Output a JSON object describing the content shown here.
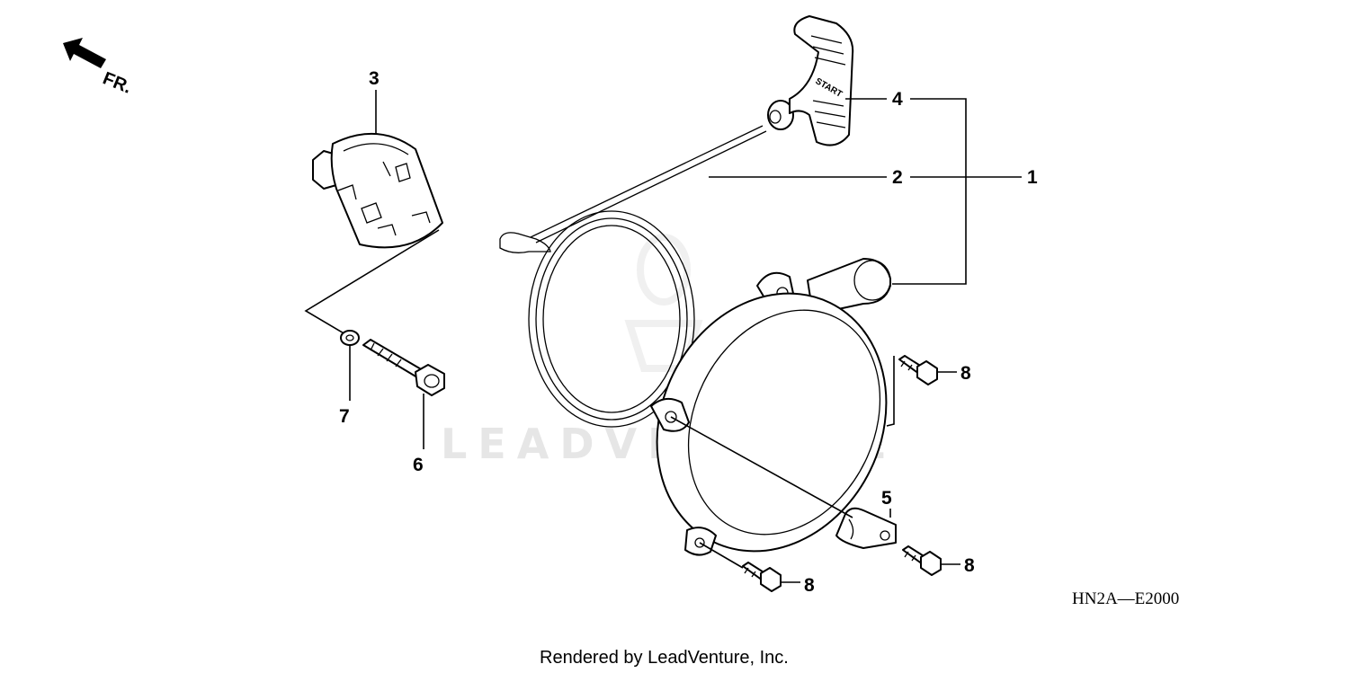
{
  "direction": {
    "label": "FR.",
    "icon": "front-arrow-icon"
  },
  "callouts": {
    "c1": "1",
    "c2": "2",
    "c3": "3",
    "c4": "4",
    "c5": "5",
    "c6": "6",
    "c7": "7",
    "c8a": "8",
    "c8b": "8",
    "c8c": "8"
  },
  "handle_text": "START",
  "diagram_code": "HN2A—E2000",
  "watermark": "LEADVENTURE",
  "footer": "Rendered by LeadVenture, Inc."
}
